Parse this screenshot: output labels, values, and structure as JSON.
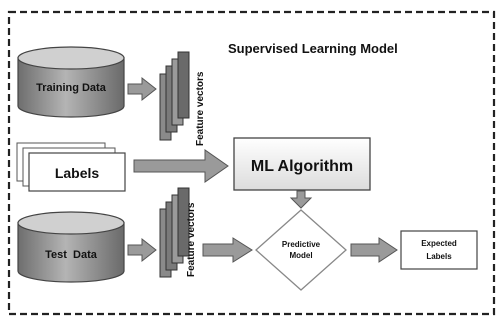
{
  "title": "Supervised Learning Model",
  "nodes": {
    "training_data": "Training Data",
    "labels": "Labels",
    "test_data": "Test  Data",
    "ml_algorithm": "ML Algorithm",
    "predictive_model": [
      "Predictive",
      "Model"
    ],
    "expected_labels": [
      "Expected",
      "Labels"
    ]
  },
  "feature_vectors_top": "Feature vectors",
  "feature_vectors_bottom": "Feature vectors"
}
